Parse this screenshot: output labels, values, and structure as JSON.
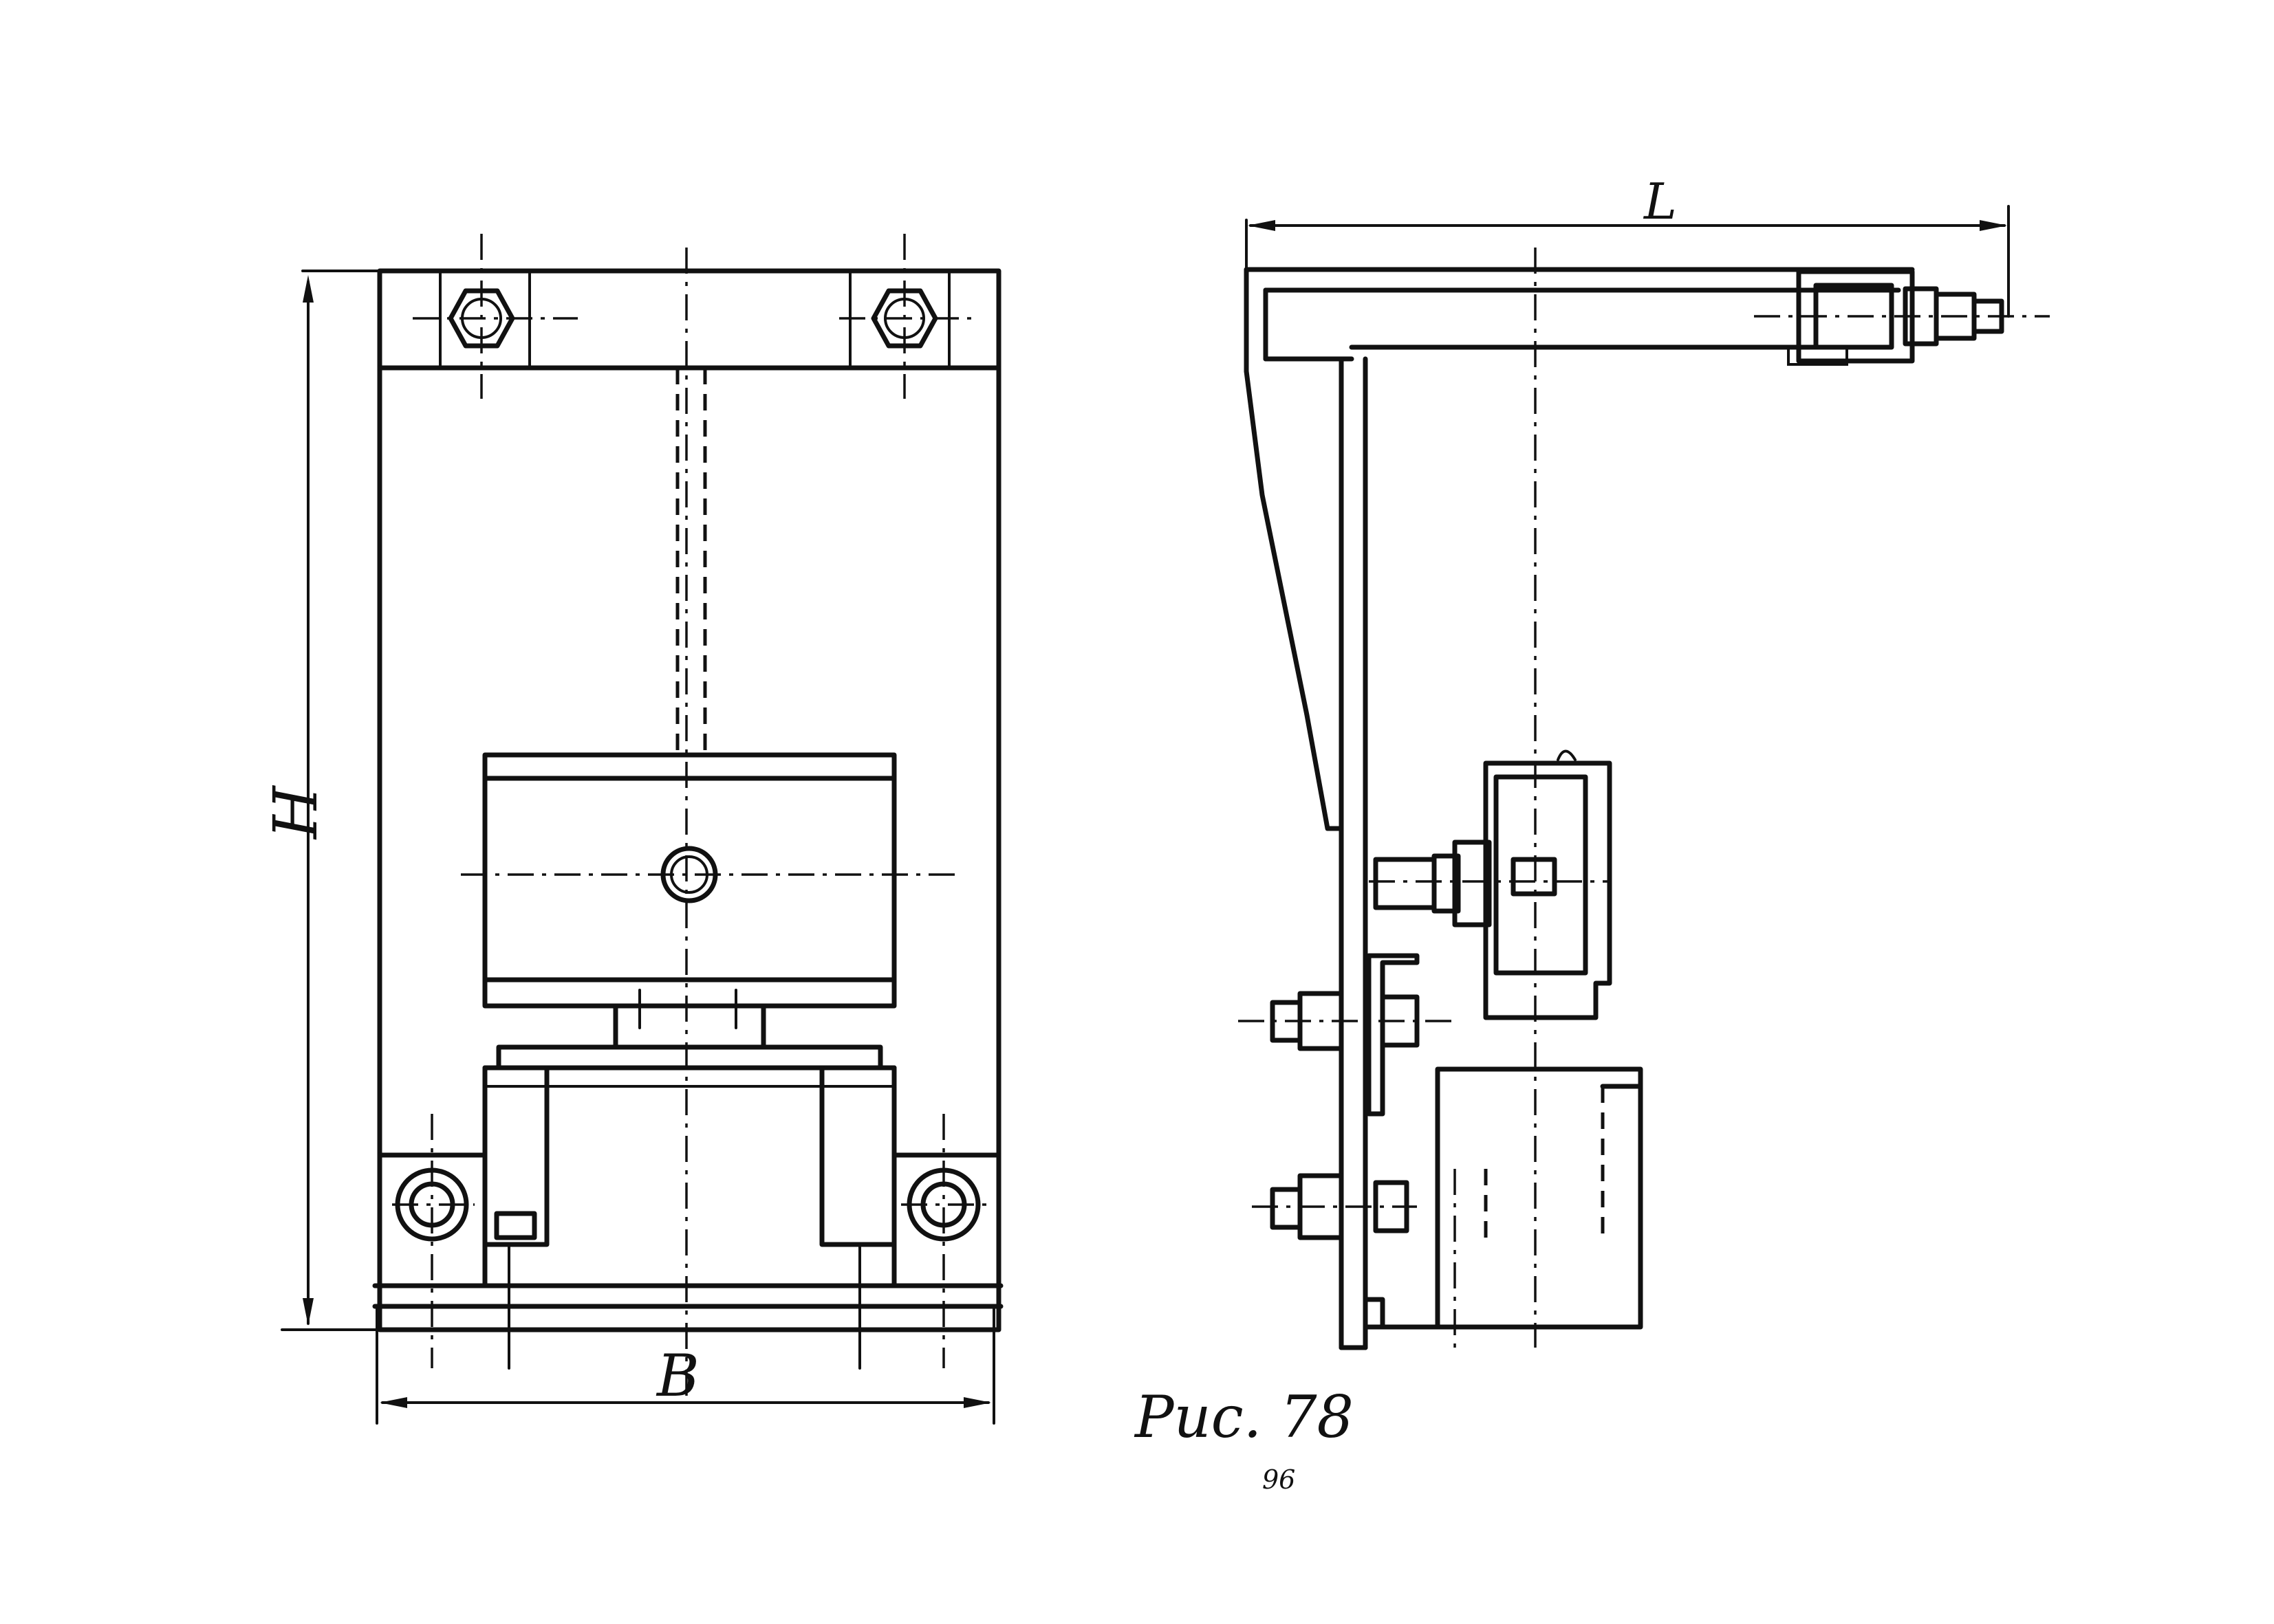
{
  "labels": {
    "height_dim": "H",
    "width_dim": "B",
    "length_dim": "L",
    "caption": "Рис. 78",
    "page_number": "96"
  }
}
